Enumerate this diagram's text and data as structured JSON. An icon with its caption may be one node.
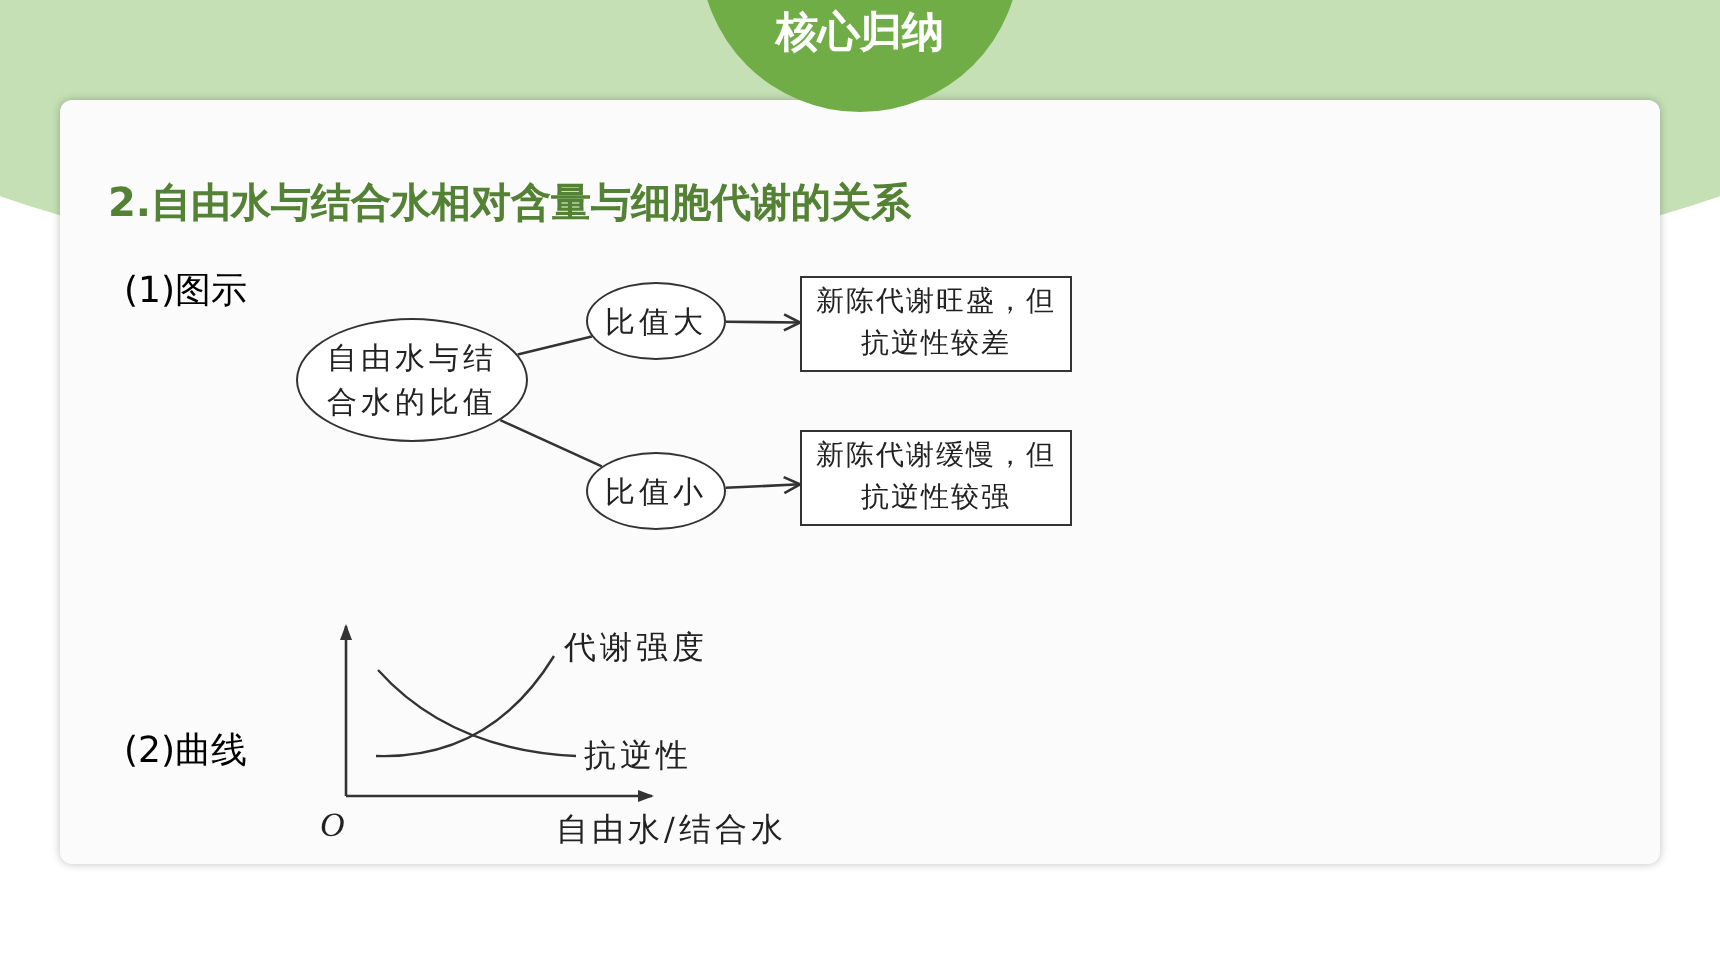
{
  "diagram": {
    "title": "2.自由水与结合水相对含量与细胞代谢的关系",
    "nodes": [
      {
        "text": [
          "核心归纳"
        ]
      },
      {
        "text": [
          "自由水与结合水的比值"
        ]
      },
      {
        "text": [
          "比值大"
        ]
      },
      {
        "text": [
          "新陈代谢旺盛，但抗逆性较差"
        ]
      },
      {
        "text": [
          "比值小"
        ]
      },
      {
        "text": [
          "新陈代谢缓慢，但抗逆性较强"
        ]
      }
    ],
    "edges": [
      {
        "from": 1,
        "to": 2,
        "arrow": "none"
      },
      {
        "from": 1,
        "to": 4,
        "arrow": "none"
      },
      {
        "from": 2,
        "to": 3,
        "arrow": "to"
      },
      {
        "from": 4,
        "to": 5,
        "arrow": "to"
      }
    ],
    "labels": [
      "(1)图示",
      "(2)曲线",
      "代谢强度",
      "抗逆性",
      "O",
      "自由水/结合水"
    ]
  }
}
